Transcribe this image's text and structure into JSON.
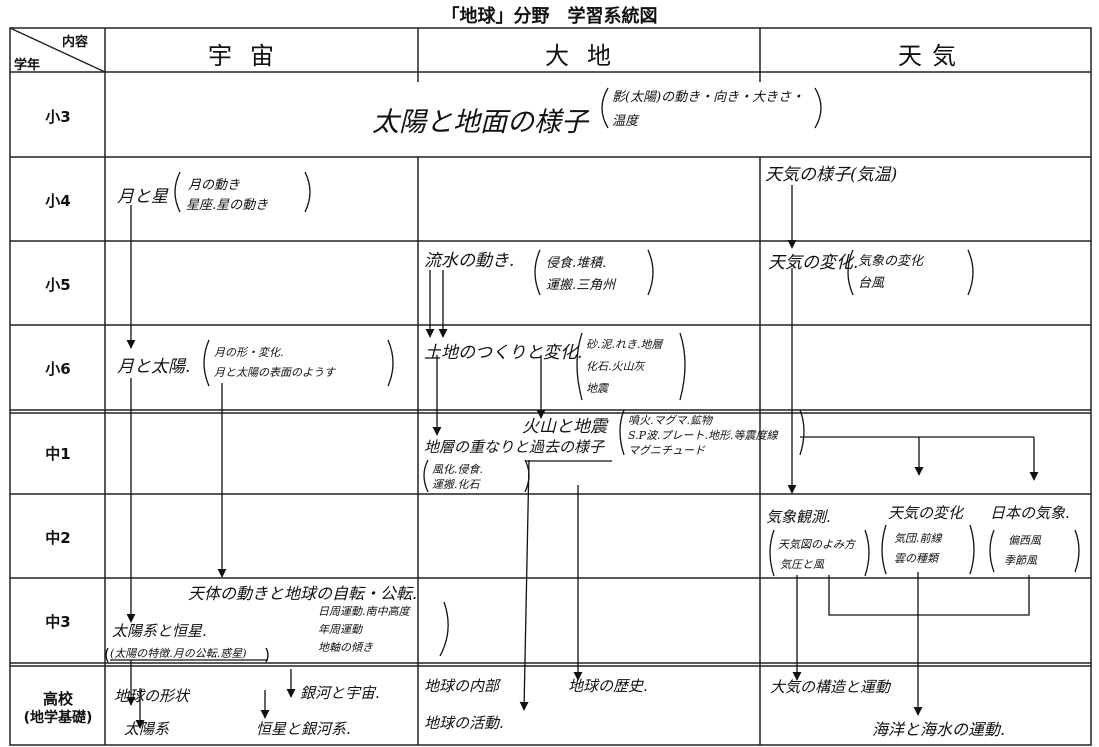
{
  "title": "「地球」分野　学習系統図",
  "header": {
    "corner_content": "内容",
    "corner_grade": "学年",
    "columns": [
      "宇宙",
      "大地",
      "天気"
    ]
  },
  "grades": [
    "小3",
    "小4",
    "小5",
    "小6",
    "中1",
    "中2",
    "中3",
    "高校",
    "(地学基礎)"
  ],
  "entries": {
    "g3_main": "太陽と地面の様子",
    "g3_detail_1": "影(太陽)の動き・向き・大きさ・",
    "g3_detail_2": "温度",
    "g4_space_main": "月と星",
    "g4_space_detail_1": "月の動き",
    "g4_space_detail_2": "星座.星の動き",
    "g4_weather_main": "天気の様子(気温)",
    "g5_earth_main": "流水の動き.",
    "g5_earth_detail_1": "侵食.堆積.",
    "g5_earth_detail_2": "運搬.三角州",
    "g5_weather_main": "天気の変化.",
    "g5_weather_detail_1": "気象の変化",
    "g5_weather_detail_2": "台風",
    "g6_space_main": "月と太陽.",
    "g6_space_detail_1": "月の形・変化.",
    "g6_space_detail_2": "月と太陽の表面のようす",
    "g6_earth_main": "土地のつくりと変化.",
    "g6_earth_detail_1": "砂.泥.れき.地層",
    "g6_earth_detail_2": "化石.火山灰",
    "g6_earth_detail_3": "地震",
    "j1_volcano": "火山と地震",
    "j1_volcano_detail_1": "噴火.マグマ.鉱物",
    "j1_volcano_detail_2": "S.P波.プレート.地形.等震度線",
    "j1_volcano_detail_3": "マグニチュード",
    "j1_strata": "地層の重なりと過去の様子",
    "j1_strata_detail_1": "風化.侵食.",
    "j1_strata_detail_2": "運搬.化石",
    "j2_obs": "気象観測.",
    "j2_obs_detail_1": "天気図のよみ方",
    "j2_obs_detail_2": "気圧と風",
    "j2_change": "天気の変化",
    "j2_change_detail_1": "気団.前線",
    "j2_change_detail_2": "雲の種類",
    "j2_japan": "日本の気象.",
    "j2_japan_detail_1": "偏西風",
    "j2_japan_detail_2": "季節風",
    "j3_motion": "天体の動きと地球の自転・公転.",
    "j3_motion_detail_1": "日周運動.南中高度",
    "j3_motion_detail_2": "年周運動",
    "j3_motion_detail_3": "地軸の傾き",
    "j3_solar": "太陽系と恒星.",
    "j3_solar_detail": "(太陽の特徴.月の公転.惑星)",
    "hs_space_1": "地球の形状",
    "hs_space_2": "太陽系",
    "hs_space_3": "銀河と宇宙.",
    "hs_space_4": "恒星と銀河系.",
    "hs_earth_1": "地球の内部",
    "hs_earth_2": "地球の活動.",
    "hs_earth_3": "地球の歴史.",
    "hs_weather_1": "大気の構造と運動",
    "hs_weather_2": "海洋と海水の運動."
  }
}
